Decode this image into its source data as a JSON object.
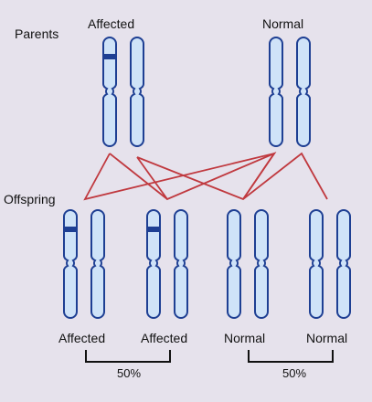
{
  "labels": {
    "parents": "Parents",
    "offspring": "Offspring",
    "parent_affected": "Affected",
    "parent_normal": "Normal",
    "child_1": "Affected",
    "child_2": "Affected",
    "child_3": "Normal",
    "child_4": "Normal",
    "pct_affected": "50%",
    "pct_normal": "50%"
  },
  "colors": {
    "background": "#e6e2ec",
    "chromosome_fill": "#cfe3f8",
    "chromosome_outline": "#1e3f93",
    "mutation_band": "#1e3f93",
    "inheritance_lines": "#c0393f",
    "bracket": "#111111"
  }
}
